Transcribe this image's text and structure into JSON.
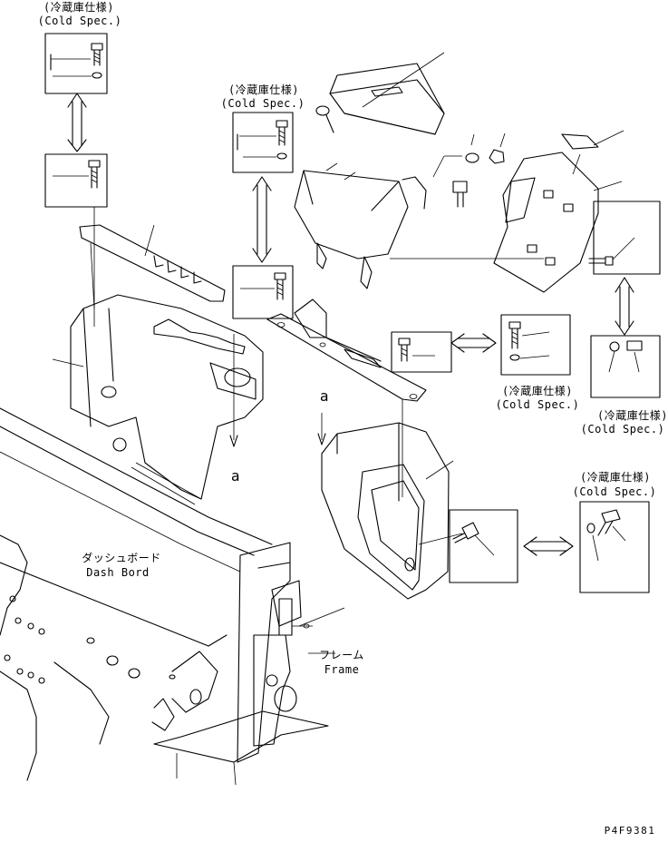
{
  "labels": {
    "cold_jp": "(冷蔵庫仕様)",
    "cold_en": "(Cold Spec.)",
    "dash_jp": "ダッシュボード",
    "dash_en": "Dash Bord",
    "frame_jp": "フレーム",
    "frame_en": "Frame",
    "view_a": "a",
    "drawing_code": "P4F9381"
  },
  "colors": {
    "line": "#000000",
    "background": "#ffffff"
  }
}
